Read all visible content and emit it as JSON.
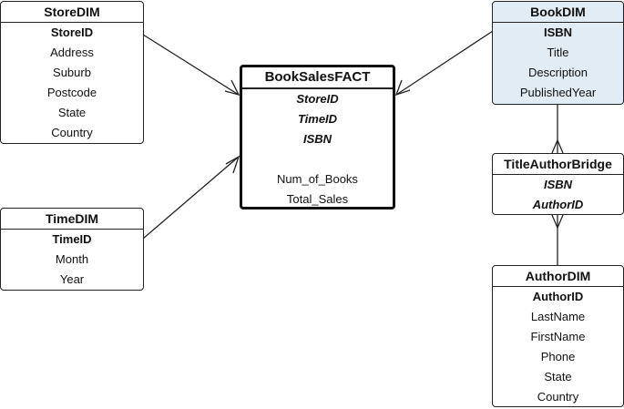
{
  "entities": {
    "store": {
      "title": "StoreDIM",
      "attrs": [
        "StoreID",
        "Address",
        "Suburb",
        "Postcode",
        "State",
        "Country"
      ]
    },
    "time": {
      "title": "TimeDIM",
      "attrs": [
        "TimeID",
        "Month",
        "Year"
      ]
    },
    "fact": {
      "title": "BookSalesFACT",
      "keys": [
        "StoreID",
        "TimeID",
        "ISBN"
      ],
      "measures": [
        "Num_of_Books",
        "Total_Sales"
      ]
    },
    "book": {
      "title": "BookDIM",
      "attrs": [
        "ISBN",
        "Title",
        "Description",
        "PublishedYear"
      ]
    },
    "bridge": {
      "title": "TitleAuthorBridge",
      "attrs": [
        "ISBN",
        "AuthorID"
      ]
    },
    "author": {
      "title": "AuthorDIM",
      "attrs": [
        "AuthorID",
        "LastName",
        "FirstName",
        "Phone",
        "State",
        "Country"
      ]
    }
  },
  "colors": {
    "book_fill": "#e1ecf5",
    "line": "#222222"
  }
}
